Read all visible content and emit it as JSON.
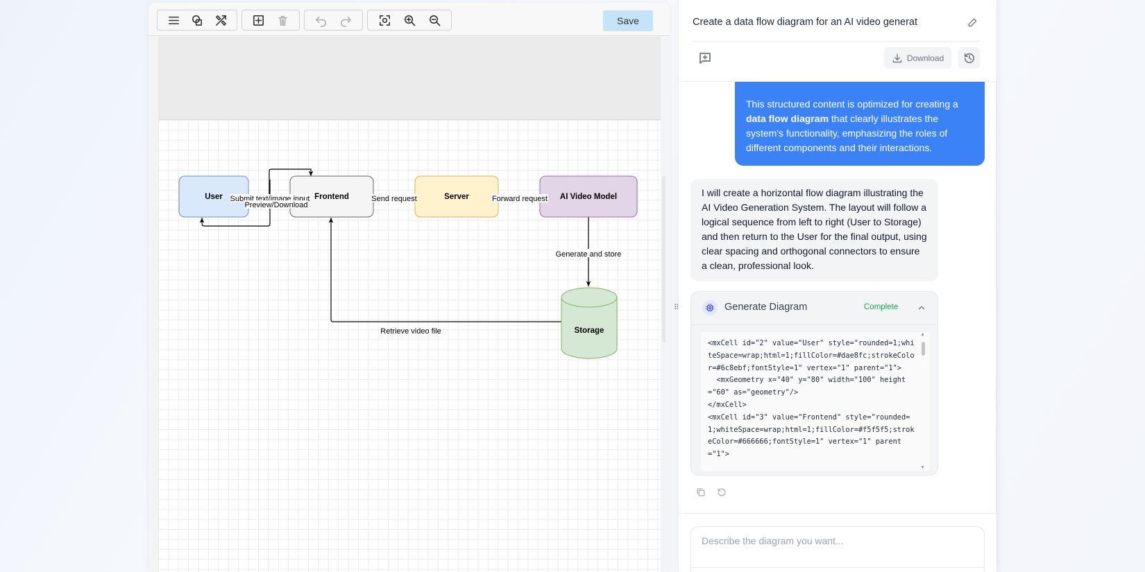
{
  "editor": {
    "toolbar": {
      "groups": [
        {
          "buttons": [
            {
              "icon": "menu-icon",
              "label": "Format"
            },
            {
              "icon": "shapes-icon",
              "label": "Shapes"
            },
            {
              "icon": "tools-icon",
              "label": "Tools"
            }
          ]
        },
        {
          "buttons": [
            {
              "icon": "insert-icon",
              "label": "Insert"
            },
            {
              "icon": "trash-icon",
              "label": "Delete"
            }
          ]
        },
        {
          "buttons": [
            {
              "icon": "undo-icon",
              "label": "Undo"
            },
            {
              "icon": "redo-icon",
              "label": "Redo"
            }
          ]
        },
        {
          "buttons": [
            {
              "icon": "fit-icon",
              "label": "Fit"
            },
            {
              "icon": "zoom-in-icon",
              "label": "Zoom in"
            },
            {
              "icon": "zoom-out-icon",
              "label": "Zoom out"
            }
          ]
        }
      ],
      "save_label": "Save"
    },
    "diagram": {
      "nodes": [
        {
          "id": "user",
          "label": "User",
          "fill": "#dae8fc",
          "stroke": "#6c8ebf"
        },
        {
          "id": "frontend",
          "label": "Frontend",
          "fill": "#f5f5f5",
          "stroke": "#666666"
        },
        {
          "id": "server",
          "label": "Server",
          "fill": "#fff2cc",
          "stroke": "#d6b656"
        },
        {
          "id": "aimodel",
          "label": "AI Video Model",
          "fill": "#e1d5e7",
          "stroke": "#9673a6"
        },
        {
          "id": "storage",
          "label": "Storage",
          "fill": "#d5e8d4",
          "stroke": "#82b366"
        }
      ],
      "edges": [
        {
          "from": "user",
          "to": "frontend",
          "label": "Submit text/image input"
        },
        {
          "from": "frontend",
          "to": "user",
          "label": "Preview/Download"
        },
        {
          "from": "frontend",
          "to": "server",
          "label": "Send request"
        },
        {
          "from": "server",
          "to": "aimodel",
          "label": "Forward request"
        },
        {
          "from": "aimodel",
          "to": "storage",
          "label": "Generate and store"
        },
        {
          "from": "storage",
          "to": "frontend",
          "label": "Retrieve video file"
        }
      ]
    }
  },
  "chat": {
    "title": "Create a data flow diagram for an AI video generat",
    "download_label": "Download",
    "user_message": {
      "before": "This structured content is optimized for creating a ",
      "bold": "data flow diagram",
      "after": " that clearly illustrates the system's functionality, emphasizing the roles of different components and their interactions."
    },
    "assistant_message": "I will create a horizontal flow diagram illustrating the AI Video Generation System. The layout will follow a logical sequence from left to right (User to Storage) and then return to the User for the final output, using clear spacing and orthogonal connectors to ensure a clean, professional look.",
    "tool": {
      "name": "Generate Diagram",
      "status": "Complete",
      "code": "<mxCell id=\"2\" value=\"User\" style=\"rounded=1;whiteSpace=wrap;html=1;fillColor=#dae8fc;strokeColor=#6c8ebf;fontStyle=1\" vertex=\"1\" parent=\"1\">\n  <mxGeometry x=\"40\" y=\"80\" width=\"100\" height=\"60\" as=\"geometry\"/>\n</mxCell>\n<mxCell id=\"3\" value=\"Frontend\" style=\"rounded=1;whiteSpace=wrap;html=1;fillColor=#f5f5f5;strokeColor=#666666;fontStyle=1\" vertex=\"1\" parent=\"1\">"
    },
    "input_placeholder": "Describe the diagram you want...",
    "input_value": ""
  }
}
